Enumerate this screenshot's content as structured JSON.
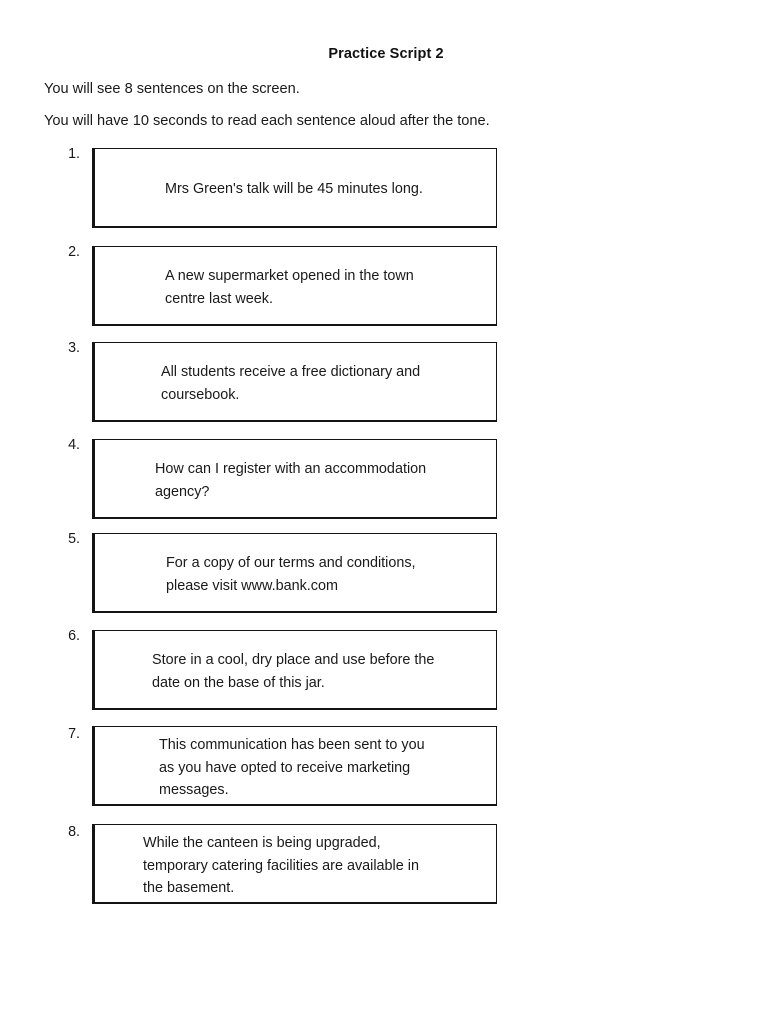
{
  "document": {
    "title": "Practice Script 2",
    "intro_lines": [
      "You will see 8 sentences on the screen.",
      "You will have 10 seconds to read each sentence aloud after the tone."
    ],
    "sentences": [
      {
        "number": "1.",
        "text": "Mrs Green's talk will be 45 minutes long."
      },
      {
        "number": "2.",
        "text": "A new supermarket opened in the town\ncentre last week."
      },
      {
        "number": "3.",
        "text": "All students receive a free dictionary and\ncoursebook."
      },
      {
        "number": "4.",
        "text": "How can I register with an accommodation\nagency?"
      },
      {
        "number": "5.",
        "text": "For a copy of our terms and conditions,\nplease visit www.bank.com"
      },
      {
        "number": "6.",
        "text": "Store in a cool, dry place and use before the\ndate on the base of this jar."
      },
      {
        "number": "7.",
        "text": "This communication has been sent to you\nas you have opted to receive marketing\nmessages."
      },
      {
        "number": "8.",
        "text": "While the canteen is being upgraded,\ntemporary catering facilities are available in\nthe basement."
      }
    ]
  },
  "colors": {
    "page_background": "#ffffff",
    "text": "#1a1a1a",
    "box_border": "#141414"
  }
}
